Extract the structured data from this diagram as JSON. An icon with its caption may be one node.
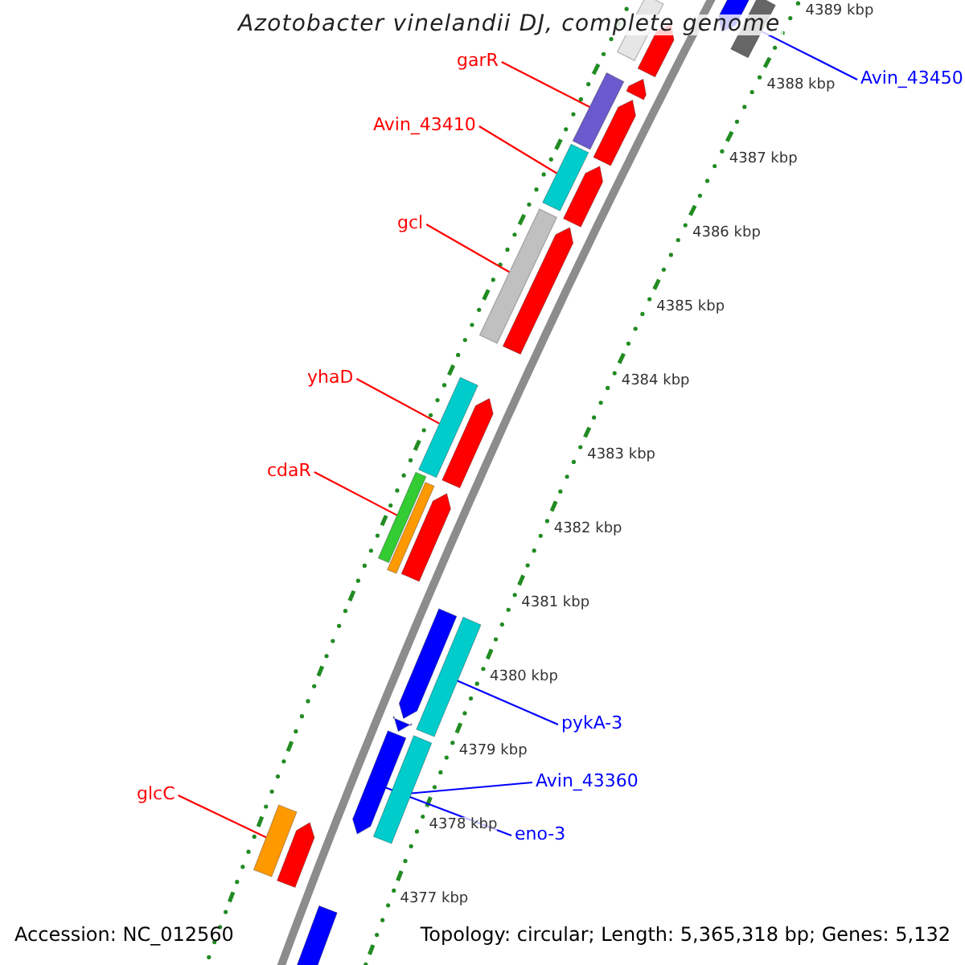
{
  "diagram": {
    "title": "Azotobacter vinelandii DJ, complete genome",
    "nodes": [
      {
        "text": [
          "garR"
        ]
      },
      {
        "text": [
          "Avin_43450"
        ]
      },
      {
        "text": [
          "Avin_43410"
        ]
      },
      {
        "text": [
          "gcl"
        ]
      },
      {
        "text": [
          "yhaD"
        ]
      },
      {
        "text": [
          "cdaR"
        ]
      },
      {
        "text": [
          "pykA-3"
        ]
      },
      {
        "text": [
          "Avin_43360"
        ]
      },
      {
        "text": [
          "glcC"
        ]
      },
      {
        "text": [
          "eno-3"
        ]
      },
      {
        "text": [],
        "shape": "bar"
      },
      {
        "text": [],
        "shape": "bar"
      },
      {
        "text": [],
        "shape": "bar"
      },
      {
        "text": [],
        "shape": "bar"
      },
      {
        "text": [],
        "shape": "bar"
      },
      {
        "text": [],
        "shape": "bar"
      },
      {
        "text": [],
        "shape": "bar"
      },
      {
        "text": [],
        "shape": "bar"
      },
      {
        "text": [],
        "shape": "bar"
      },
      {
        "text": [],
        "shape": "bar"
      },
      {
        "text": [],
        "shape": "bar"
      },
      {
        "text": [],
        "shape": "bar"
      },
      {
        "text": [],
        "shape": "bar"
      },
      {
        "text": [],
        "shape": "bar"
      },
      {
        "text": [],
        "shape": "bar"
      },
      {
        "text": [],
        "shape": "bar"
      },
      {
        "text": [],
        "shape": "bar"
      },
      {
        "text": [],
        "shape": "bar"
      },
      {
        "text": [],
        "shape": "bar"
      },
      {
        "text": [],
        "shape": "bar"
      },
      {
        "text": [],
        "shape": "bar"
      },
      {
        "text": [],
        "shape": "bar"
      },
      {
        "text": [],
        "shape": "bar"
      },
      {
        "text": [],
        "shape": "bar"
      }
    ],
    "edges": [
      {
        "from": 0,
        "to": 11,
        "arrow": "none"
      },
      {
        "from": 1,
        "to": 10,
        "arrow": "none",
        "color": "#0000ff"
      },
      {
        "from": 2,
        "to": 12,
        "arrow": "none"
      },
      {
        "from": 3,
        "to": 13,
        "arrow": "none"
      },
      {
        "from": 4,
        "to": 14,
        "arrow": "none"
      },
      {
        "from": 5,
        "to": 15,
        "arrow": "none"
      },
      {
        "from": 6,
        "to": 16,
        "arrow": "none",
        "color": "#0000ff"
      },
      {
        "from": 7,
        "to": 18,
        "arrow": "none",
        "color": "#0000ff"
      },
      {
        "from": 8,
        "to": 19,
        "arrow": "none"
      },
      {
        "from": 9,
        "to": 17,
        "arrow": "none",
        "color": "#0000ff"
      }
    ],
    "labels": [
      "4389 kbp",
      "4388 kbp",
      "4387 kbp",
      "4386 kbp",
      "4385 kbp",
      "4384 kbp",
      "4383 kbp",
      "4382 kbp",
      "4381 kbp",
      "4380 kbp",
      "4379 kbp",
      "4378 kbp",
      "4377 kbp",
      "Accession: NC_012560",
      "Topology: circular; Length: 5,365,318 bp; Genes: 5,132"
    ]
  }
}
